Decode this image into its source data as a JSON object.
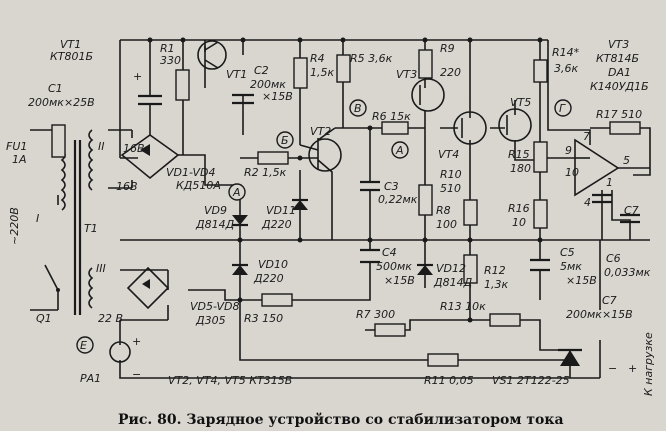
{
  "caption": "Рис. 80. Зарядное устройство со стабилизатором тока",
  "labels": {
    "vt1": "VT1",
    "vt1_type": "КТ801Б",
    "c1": "C1",
    "c1_val": "200мк×25В",
    "fu1": "FU1",
    "fu1_val": "1А",
    "mains": "~220В",
    "t1": "T1",
    "w1": "I",
    "w2": "II",
    "w3": "III",
    "v16a": "16В",
    "v16b": "16В",
    "v22": "22 В",
    "q1": "Q1",
    "e": "Е",
    "pa1": "РА1",
    "r1": "R1",
    "r1_val": "330",
    "c2": "C2",
    "c2_val": "200мк",
    "c2_v": "×15В",
    "r4": "R4",
    "r4_val": "1,5к",
    "r5": "R5 3,6к",
    "vt3": "VT3",
    "r9": "R9",
    "r9_val": "220",
    "r14": "R14*",
    "r14_val": "3,6к",
    "vt3b": "VT3",
    "vt3b_type": "КТ814Б",
    "da1": "DA1",
    "da1_type": "К140УД1Б",
    "b_node": "Б",
    "v_node": "В",
    "g_node": "Г",
    "a_node": "А",
    "a_node2": "А",
    "r6": "R6 15к",
    "vt2": "VT2",
    "vt4": "VT4",
    "vt5": "VT5",
    "r17": "R17 510",
    "r2": "R2 1,5к",
    "vd1vd4": "VD1-VD4",
    "vd1vd4_type": "КД510А",
    "vd9": "VD9",
    "vd9_type": "Д814Д",
    "vd11": "VD11",
    "vd11_type": "Д220",
    "c3": "C3",
    "c3_val": "0,22мк",
    "r10": "R10",
    "r10_val": "510",
    "r15": "R15",
    "r15_val": "180",
    "r8": "R8",
    "r8_val": "100",
    "r16": "R16",
    "r16_val": "10",
    "c4": "C4",
    "c4_val": "500мк",
    "c4_v": "×15В",
    "vd10": "VD10",
    "vd10_type": "Д220",
    "vd12": "VD12",
    "vd12_type": "Д814Д",
    "r12": "R12",
    "r12_val": "1,3к",
    "c5": "C5",
    "c5_val": "5мк",
    "c5_v": "×15В",
    "c6": "C6",
    "c6_val": "0,033мк",
    "c7": "C7",
    "c7b": "C7",
    "c7_val": "200мк×15В",
    "r3": "R3 150",
    "vd5vd8": "VD5-VD8",
    "vd5vd8_type": "Д305",
    "r7": "R7 300",
    "r13": "R13 10к",
    "r11": "R11 0,05",
    "vs1": "VS1 2Т122-25",
    "transistors": "VT2, VT4, VT5  КТ315В",
    "to_load": "К нагрузке",
    "pin7": "7",
    "pin9": "9",
    "pin10": "10",
    "pin5": "5",
    "pin4": "4",
    "pin1": "1",
    "plus": "+",
    "minus": "−"
  }
}
